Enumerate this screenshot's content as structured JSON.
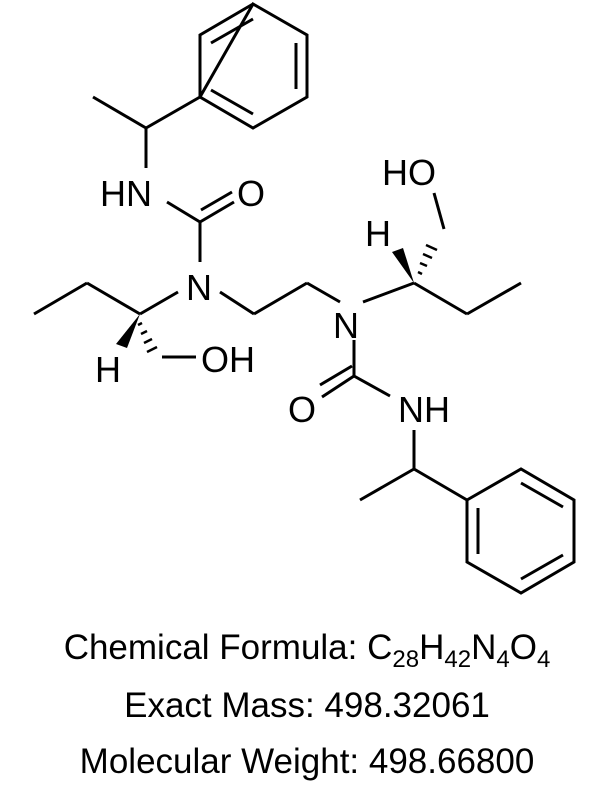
{
  "structure": {
    "atoms": {
      "hn_top": "HN",
      "o_top": "O",
      "n_left": "N",
      "h_left": "H",
      "oh_left": "OH",
      "ho_right": "HO",
      "h_right": "H",
      "n_right": "N",
      "o_bottom": "O",
      "nh_bottom": "NH"
    }
  },
  "info": {
    "formula_label": "Chemical Formula: ",
    "formula": [
      {
        "el": "C",
        "n": "28"
      },
      {
        "el": "H",
        "n": "42"
      },
      {
        "el": "N",
        "n": "4"
      },
      {
        "el": "O",
        "n": "4"
      }
    ],
    "exact_mass": "Exact Mass: 498.32061",
    "molecular_weight": "Molecular Weight: 498.66800"
  }
}
